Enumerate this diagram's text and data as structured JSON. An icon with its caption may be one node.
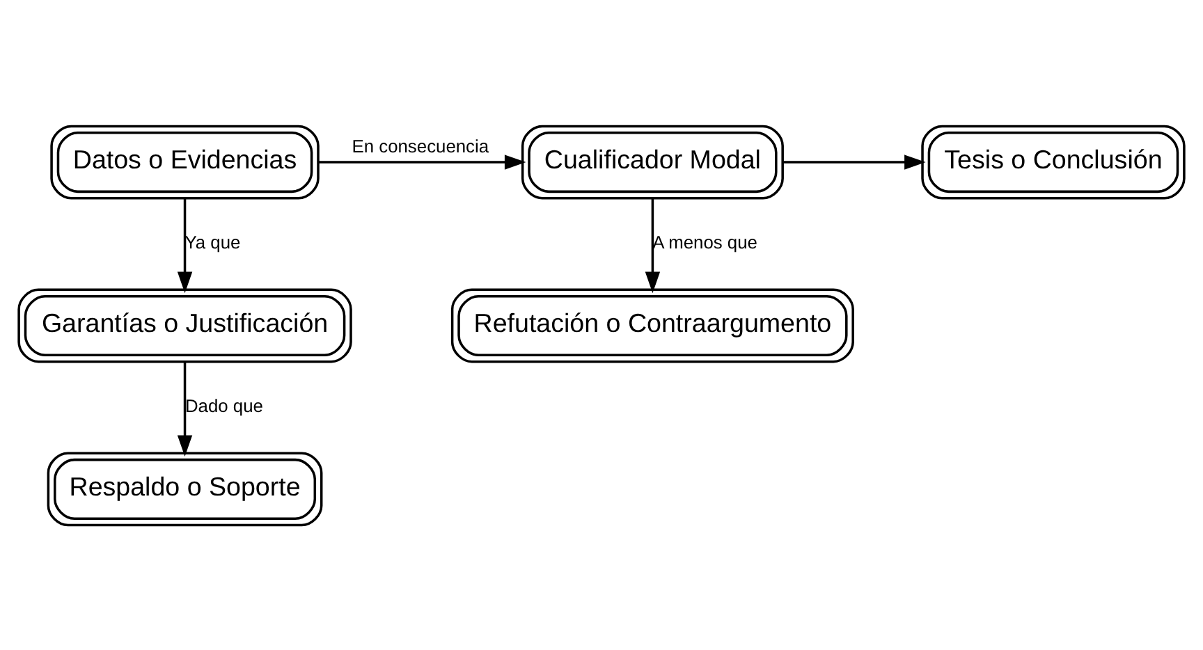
{
  "diagram": {
    "nodes": [
      {
        "text": [
          "Datos o Evidencias"
        ]
      },
      {
        "text": [
          "Cualificador Modal"
        ]
      },
      {
        "text": [
          "Tesis o Conclusión"
        ]
      },
      {
        "text": [
          "Garantías o Justificación"
        ]
      },
      {
        "text": [
          "Refutación o Contraargumento"
        ]
      },
      {
        "text": [
          "Respaldo o Soporte"
        ]
      }
    ],
    "edges": [
      {
        "from": 0,
        "to": 1,
        "arrow": "to",
        "label": "En consecuencia"
      },
      {
        "from": 1,
        "to": 2,
        "arrow": "to"
      },
      {
        "from": 0,
        "to": 3,
        "arrow": "to",
        "label": "Ya que"
      },
      {
        "from": 1,
        "to": 4,
        "arrow": "to",
        "label": "A menos que"
      },
      {
        "from": 3,
        "to": 5,
        "arrow": "to",
        "label": "Dado que"
      }
    ]
  }
}
